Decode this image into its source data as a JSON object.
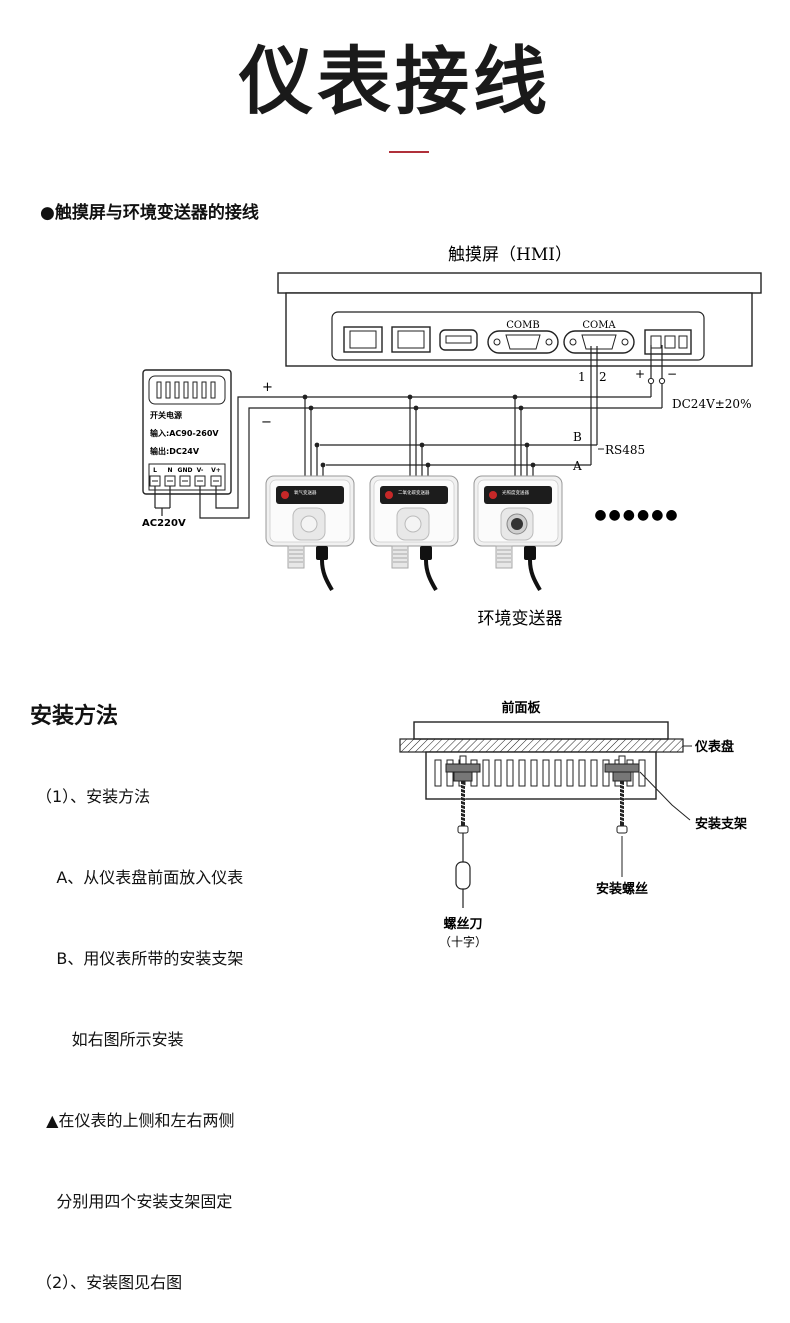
{
  "page": {
    "title": "仪表接线"
  },
  "section1": {
    "heading": "●触摸屏与环境变送器的接线"
  },
  "wiring": {
    "hmi_label": "触摸屏（HMI）",
    "comb": "COMB",
    "coma": "COMA",
    "pin1": "1",
    "pin2": "2",
    "plus_pin": "+",
    "minus_pin": "−",
    "dc_supply": "DC24V±20%",
    "rs485": "RS485",
    "line_b": "B",
    "line_a": "A",
    "psu": {
      "title": "开关电源",
      "input": "输入:AC90-260V",
      "output": "输出:DC24V",
      "terminals": [
        "L",
        "N",
        "GND",
        "V-",
        "V+"
      ],
      "plus": "+",
      "minus": "−"
    },
    "ac_label": "AC220V",
    "transmitters_label": "环境变送器",
    "transmitter_names": [
      "氧气变送器",
      "二氧化碳变送器",
      "光照度变送器"
    ],
    "ellipsis": "●●●●●●"
  },
  "section2": {
    "heading": "安装方法"
  },
  "install": {
    "lines": [
      "（1）、安装方法",
      "    A、从仪表盘前面放入仪表",
      "    B、用仪表所带的安装支架",
      "       如右图所示安装",
      "  ▲在仪表的上侧和左右两侧",
      "    分别用四个安装支架固定",
      "（2）、安装图见右图"
    ]
  },
  "mount": {
    "front_panel": "前面板",
    "panel": "仪表盘",
    "bracket": "安装支架",
    "screw": "安装螺丝",
    "screwdriver": "螺丝刀",
    "cross": "（十字）"
  }
}
